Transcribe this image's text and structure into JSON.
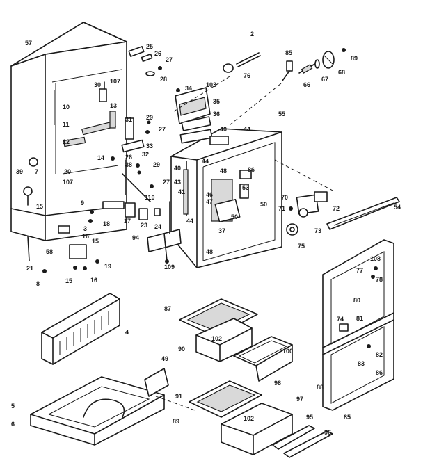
{
  "callouts": [
    {
      "id": "c57",
      "text": "57"
    },
    {
      "id": "c25",
      "text": "25"
    },
    {
      "id": "c26",
      "text": "26"
    },
    {
      "id": "c27a",
      "text": "27"
    },
    {
      "id": "c28",
      "text": "28"
    },
    {
      "id": "c30",
      "text": "30"
    },
    {
      "id": "c107a",
      "text": "107"
    },
    {
      "id": "c10",
      "text": "10"
    },
    {
      "id": "c13",
      "text": "13"
    },
    {
      "id": "c11",
      "text": "11"
    },
    {
      "id": "c31",
      "text": "31"
    },
    {
      "id": "c29a",
      "text": "29"
    },
    {
      "id": "c27b",
      "text": "27"
    },
    {
      "id": "c33",
      "text": "33"
    },
    {
      "id": "c12",
      "text": "12"
    },
    {
      "id": "c14",
      "text": "14"
    },
    {
      "id": "c26b",
      "text": "26"
    },
    {
      "id": "c32",
      "text": "32"
    },
    {
      "id": "c38",
      "text": "38"
    },
    {
      "id": "c29b",
      "text": "29"
    },
    {
      "id": "c7",
      "text": "7"
    },
    {
      "id": "c20",
      "text": "20"
    },
    {
      "id": "c107b",
      "text": "107"
    },
    {
      "id": "c39",
      "text": "39"
    },
    {
      "id": "c15",
      "text": "15"
    },
    {
      "id": "c27c",
      "text": "27"
    },
    {
      "id": "c110",
      "text": "110"
    },
    {
      "id": "c9",
      "text": "9"
    },
    {
      "id": "c18",
      "text": "18"
    },
    {
      "id": "c17",
      "text": "17"
    },
    {
      "id": "c3",
      "text": "3"
    },
    {
      "id": "c16a",
      "text": "16"
    },
    {
      "id": "c23",
      "text": "23"
    },
    {
      "id": "c24",
      "text": "24"
    },
    {
      "id": "c58",
      "text": "58"
    },
    {
      "id": "c15b",
      "text": "15"
    },
    {
      "id": "c19",
      "text": "19"
    },
    {
      "id": "c21",
      "text": "21"
    },
    {
      "id": "c8",
      "text": "8"
    },
    {
      "id": "c15c",
      "text": "15"
    },
    {
      "id": "c16b",
      "text": "16"
    },
    {
      "id": "c94",
      "text": "94"
    },
    {
      "id": "c109",
      "text": "109"
    },
    {
      "id": "c34",
      "text": "34"
    },
    {
      "id": "c103",
      "text": "103"
    },
    {
      "id": "c35",
      "text": "35"
    },
    {
      "id": "c36",
      "text": "36"
    },
    {
      "id": "c2",
      "text": "2"
    },
    {
      "id": "c76",
      "text": "76"
    },
    {
      "id": "c55",
      "text": "55"
    },
    {
      "id": "c40a",
      "text": "40"
    },
    {
      "id": "c44a",
      "text": "44"
    },
    {
      "id": "c40b",
      "text": "40"
    },
    {
      "id": "c44b",
      "text": "44"
    },
    {
      "id": "c43",
      "text": "43"
    },
    {
      "id": "c41",
      "text": "41"
    },
    {
      "id": "c46",
      "text": "46"
    },
    {
      "id": "c47",
      "text": "47"
    },
    {
      "id": "c48a",
      "text": "48"
    },
    {
      "id": "c86",
      "text": "86"
    },
    {
      "id": "c53",
      "text": "53"
    },
    {
      "id": "c50a",
      "text": "50"
    },
    {
      "id": "c50b",
      "text": "50"
    },
    {
      "id": "c44c",
      "text": "44"
    },
    {
      "id": "c37",
      "text": "37"
    },
    {
      "id": "c48b",
      "text": "48"
    },
    {
      "id": "c85",
      "text": "85"
    },
    {
      "id": "c89",
      "text": "89"
    },
    {
      "id": "c66",
      "text": "66"
    },
    {
      "id": "c67",
      "text": "67"
    },
    {
      "id": "c68",
      "text": "68"
    },
    {
      "id": "c70",
      "text": "70"
    },
    {
      "id": "c71",
      "text": "71"
    },
    {
      "id": "c72",
      "text": "72"
    },
    {
      "id": "c54",
      "text": "54"
    },
    {
      "id": "c73",
      "text": "73"
    },
    {
      "id": "c75",
      "text": "75"
    },
    {
      "id": "c77",
      "text": "77"
    },
    {
      "id": "c108",
      "text": "108"
    },
    {
      "id": "c78",
      "text": "78"
    },
    {
      "id": "c80",
      "text": "80"
    },
    {
      "id": "c74",
      "text": "74"
    },
    {
      "id": "c81",
      "text": "81"
    },
    {
      "id": "c82",
      "text": "82"
    },
    {
      "id": "c83",
      "text": "83"
    },
    {
      "id": "c86b",
      "text": "86"
    },
    {
      "id": "c88",
      "text": "88"
    },
    {
      "id": "c85b",
      "text": "85"
    },
    {
      "id": "c4",
      "text": "4"
    },
    {
      "id": "c87",
      "text": "87"
    },
    {
      "id": "c102a",
      "text": "102"
    },
    {
      "id": "c90",
      "text": "90"
    },
    {
      "id": "c100",
      "text": "100"
    },
    {
      "id": "c98",
      "text": "98"
    },
    {
      "id": "c5",
      "text": "5"
    },
    {
      "id": "c6",
      "text": "6"
    },
    {
      "id": "c49",
      "text": "49"
    },
    {
      "id": "c91",
      "text": "91"
    },
    {
      "id": "c89b",
      "text": "89"
    },
    {
      "id": "c97",
      "text": "97"
    },
    {
      "id": "c102b",
      "text": "102"
    },
    {
      "id": "c95",
      "text": "95"
    },
    {
      "id": "c96",
      "text": "96"
    }
  ]
}
